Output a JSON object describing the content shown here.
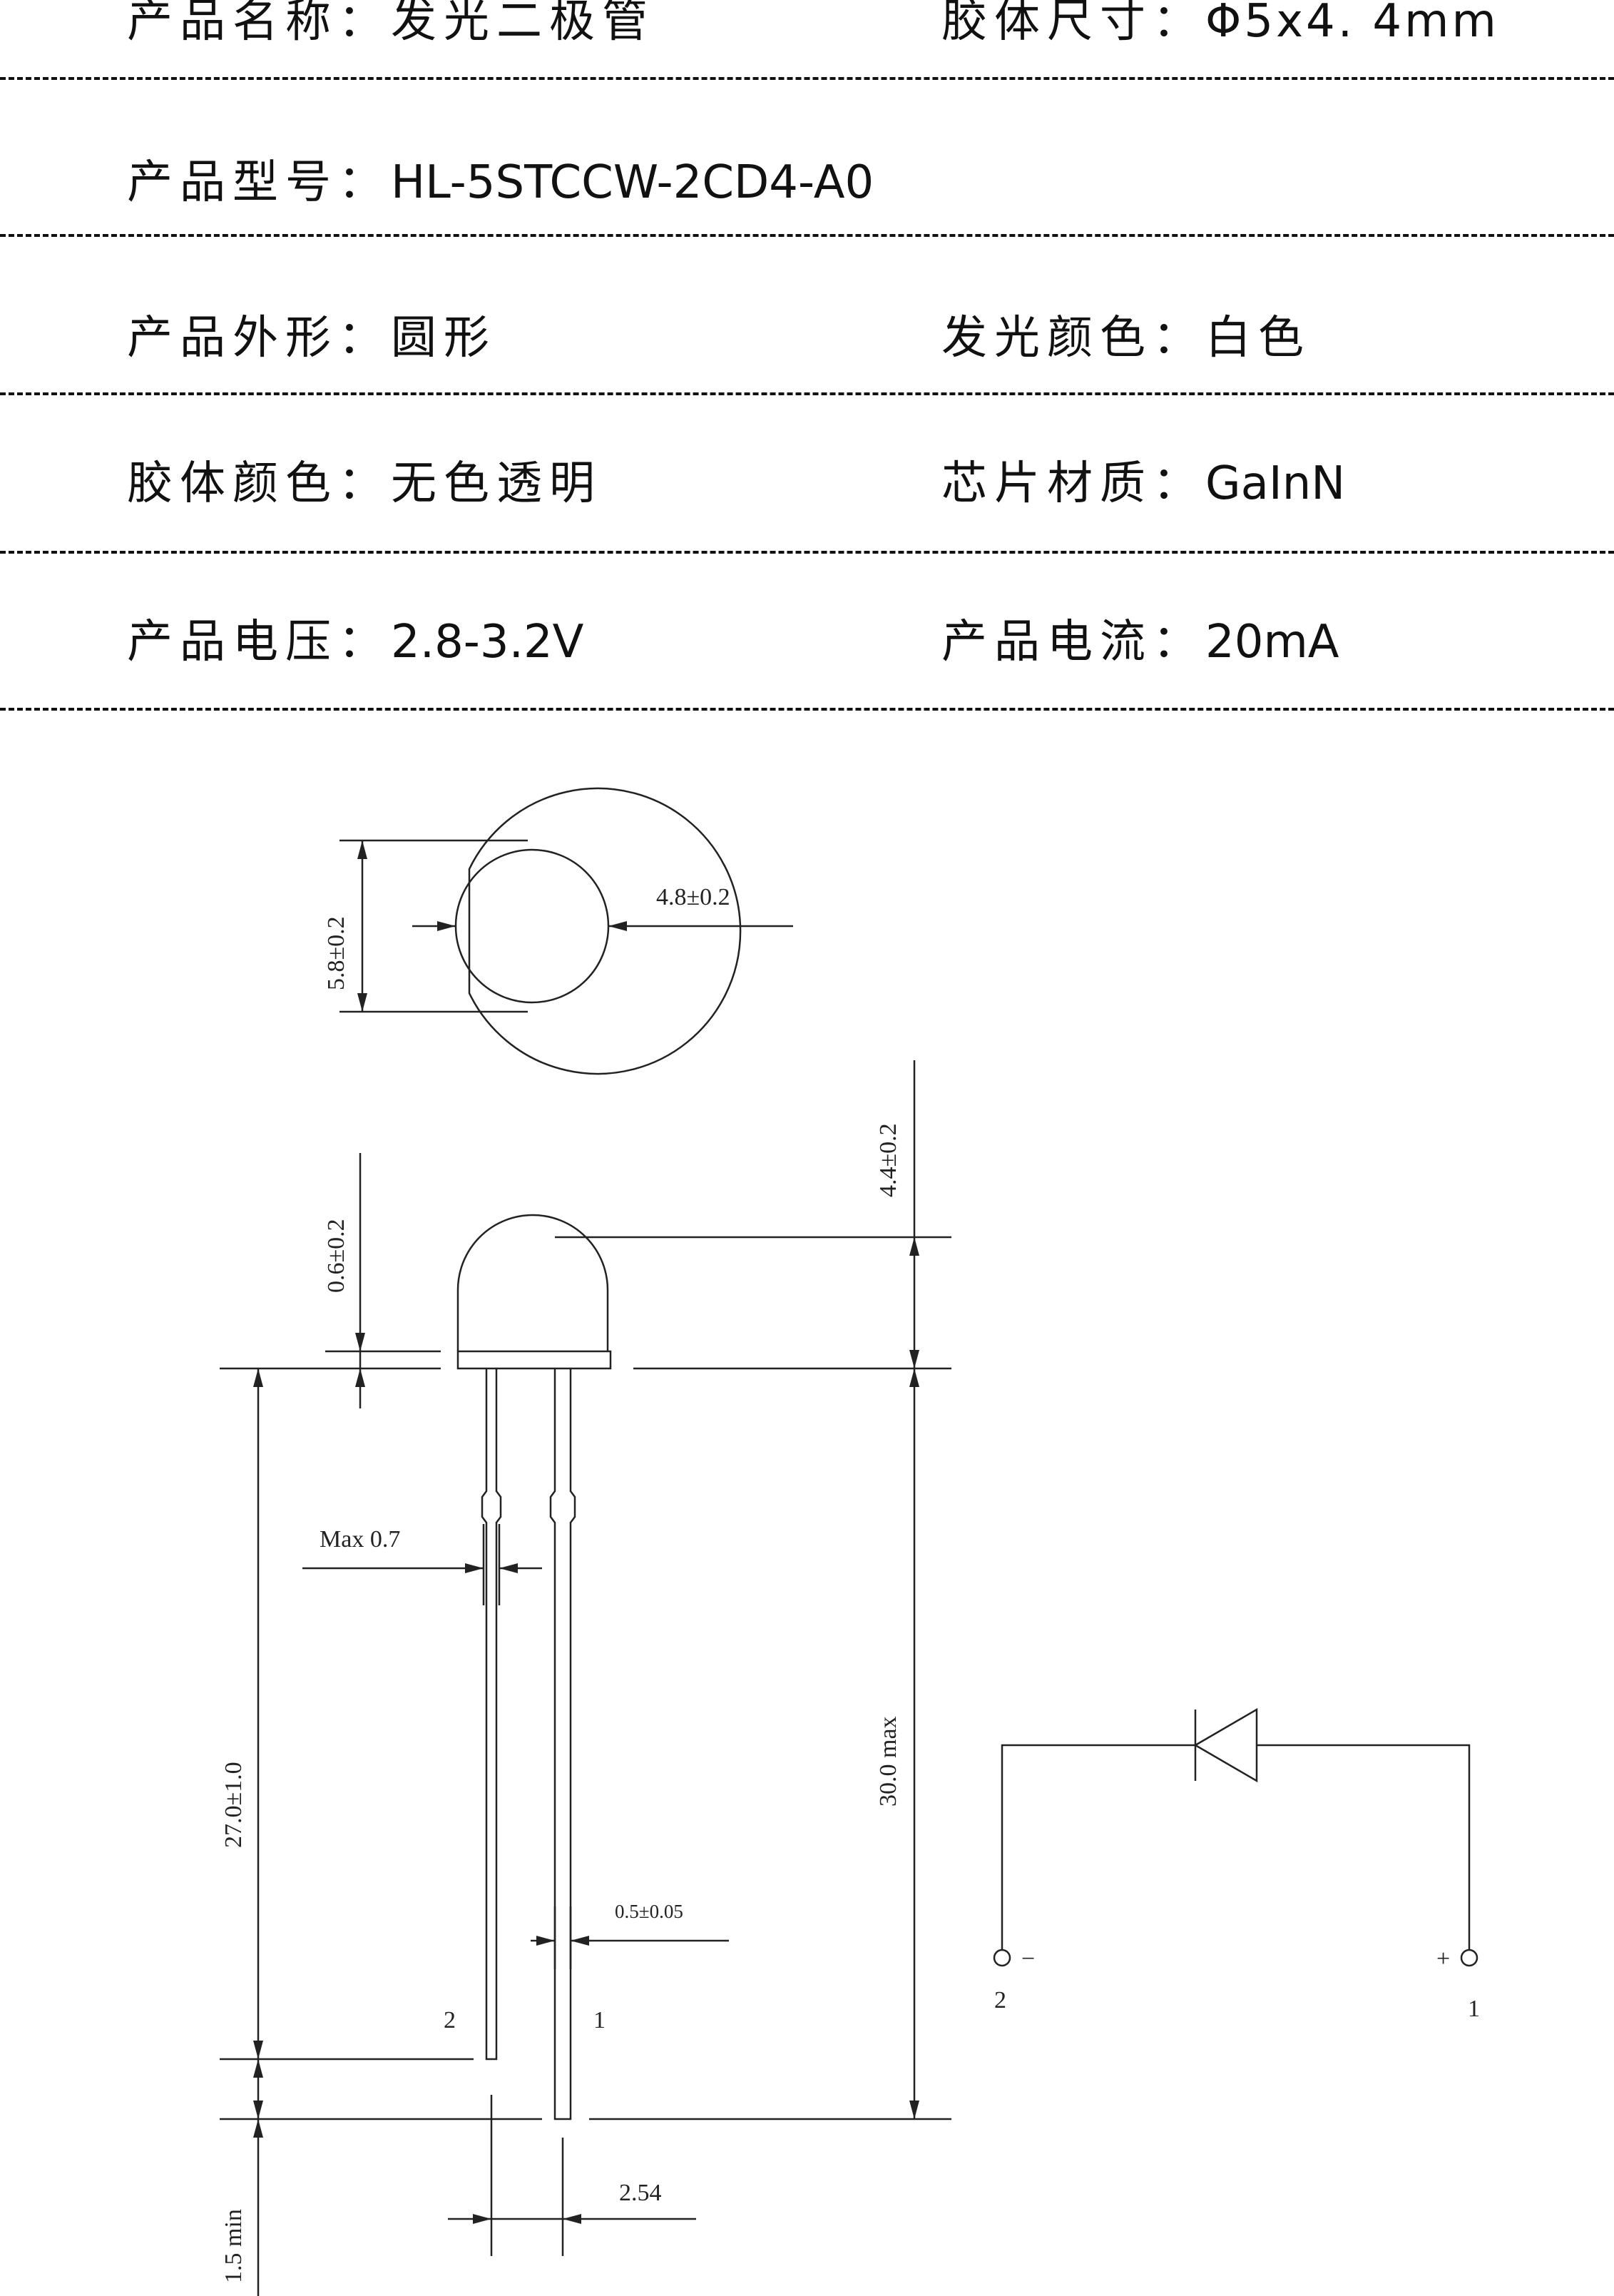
{
  "specs": {
    "name": {
      "label": "产品名称：",
      "value": "发光二极管"
    },
    "size": {
      "label": "胶体尺寸：",
      "value": "Φ5x4. 4mm"
    },
    "model": {
      "label": "产品型号：",
      "value": "HL-5STCCW-2CD4-A0"
    },
    "shape": {
      "label": "产品外形：",
      "value": "圆形"
    },
    "emit_color": {
      "label": "发光颜色：",
      "value": "白色"
    },
    "body_color": {
      "label": "胶体颜色：",
      "value": "无色透明"
    },
    "chip": {
      "label": "芯片材质：",
      "value": "GaInN"
    },
    "voltage": {
      "label": "产品电压：",
      "value": "2.8-3.2V"
    },
    "current": {
      "label": "产品电流：",
      "value": "20mA"
    }
  },
  "drawing": {
    "dim_height_flange": "5.8±0.2",
    "dim_diameter": "4.8±0.2",
    "dim_lens_height": "4.4±0.2",
    "dim_flange": "0.6±0.2",
    "dim_standoff": "Max 0.7",
    "dim_lead_length": "27.0±1.0",
    "dim_total_length": "30.0 max",
    "dim_lead_width": "0.5±0.05",
    "dim_diff": "1.5 min",
    "dim_pitch": "2.54",
    "pin_short": "2",
    "pin_long": "1"
  },
  "schematic": {
    "pin_left_sign": "−",
    "pin_right_sign": "+",
    "pin_left_num": "2",
    "pin_right_num": "1"
  }
}
